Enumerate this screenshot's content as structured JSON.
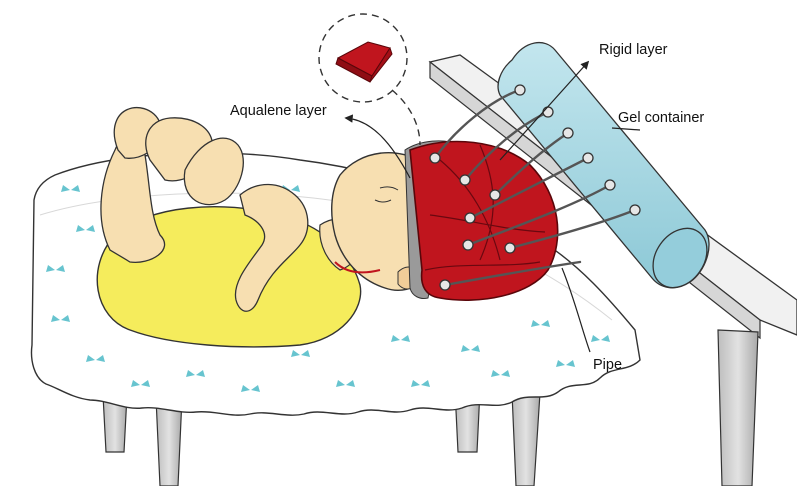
{
  "labels": {
    "rigid_layer": "Rigid layer",
    "aqualene_layer": "Aqualene layer",
    "gel_container": "Gel container",
    "pipe": "Pipe"
  },
  "colors": {
    "helmet": "#c0151e",
    "helmet_dark": "#8f0d14",
    "gel": "#a9d8e4",
    "onesie": "#f5ec5c",
    "skin": "#f7dfb1",
    "butterfly": "#67c4cf",
    "table": "#eeeeee",
    "leg": "#c9c9c9"
  }
}
